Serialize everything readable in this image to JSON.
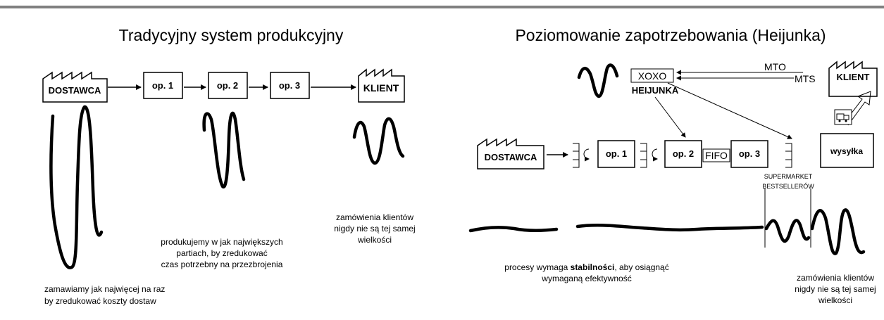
{
  "left": {
    "title": "Tradycyjny system produkcyjny",
    "supplier": "DOSTAWCA",
    "ops": [
      "op. 1",
      "op. 2",
      "op. 3"
    ],
    "client": "KLIENT",
    "caption_supplier": [
      "zamawiamy jak najwięcej na raz",
      "by zredukować koszty dostaw"
    ],
    "caption_production": [
      "produkujemy w jak największych",
      "partiach, by zredukować",
      "czas potrzebny na przezbrojenia"
    ],
    "caption_client": [
      "zamówienia klientów",
      "nigdy nie są tej samej",
      "wielkości"
    ]
  },
  "right": {
    "title": "Poziomowanie zapotrzebowania (Heijunka)",
    "heijunka_box": "XOXO",
    "heijunka_label": "HEIJUNKA",
    "mto": "MTO",
    "mts": "MTS",
    "client": "KLIENT",
    "supplier": "DOSTAWCA",
    "ops": [
      "op. 1",
      "op. 2",
      "op. 3"
    ],
    "fifo": "FIFO",
    "shipping": "wysyłka",
    "supermarket": [
      "SUPERMARKET",
      "BESTSELLERÓW"
    ],
    "caption_stability_line1_pre": "procesy wymaga ",
    "caption_stability_bold": "stabilności",
    "caption_stability_line1_post": ", aby osiągnąć",
    "caption_stability_line2": "wymaganą efektywność",
    "caption_client": [
      "zamówienia klientów",
      "nigdy nie są tej samej",
      "wielkości"
    ]
  }
}
